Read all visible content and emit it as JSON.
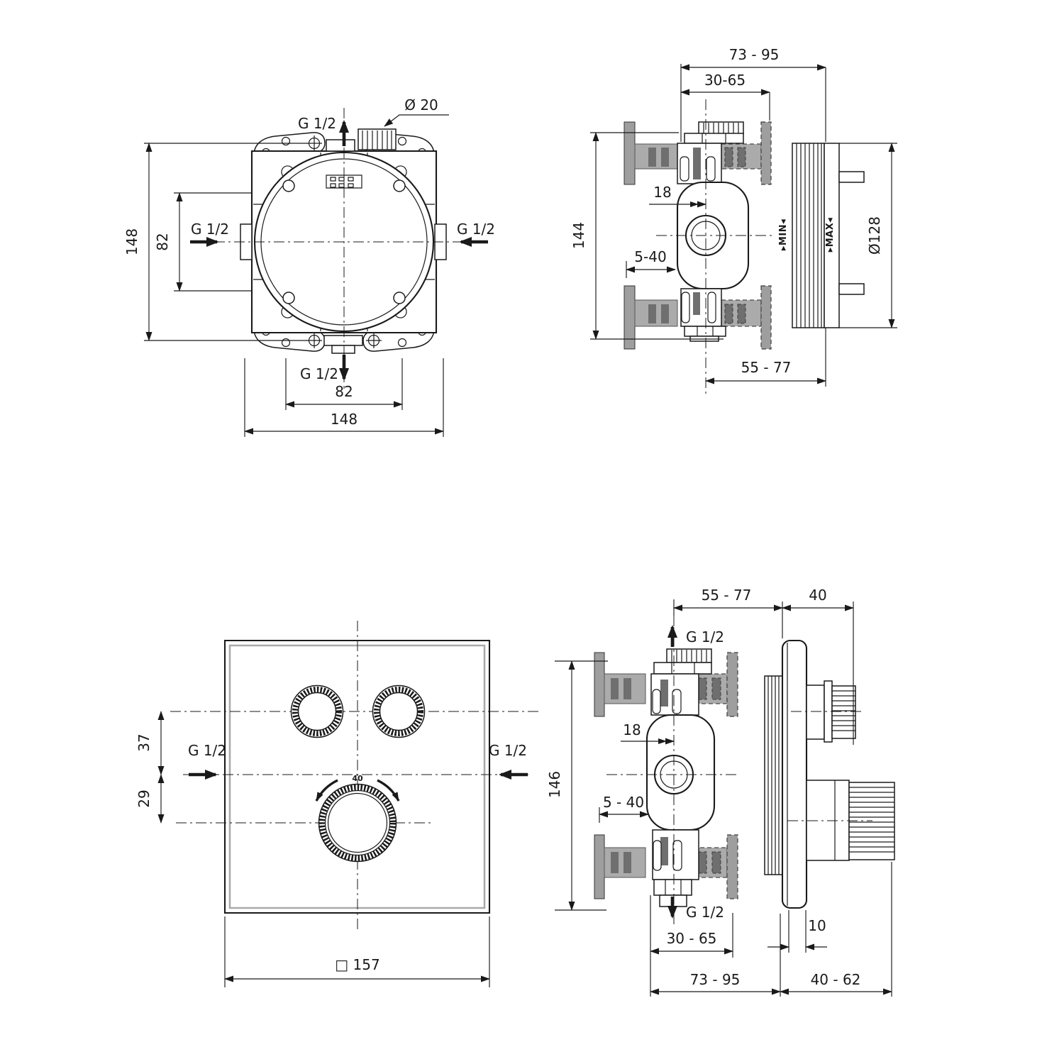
{
  "colors": {
    "line": "#1a1a1a",
    "wall_light": "#ababab",
    "wall_dark": "#6f6f6f",
    "bracket_gray": "#9e9e9e",
    "bevel_gray": "#aaaaaa",
    "background": "#ffffff"
  },
  "views": {
    "rough_in_front": {
      "labels": {
        "g12_top": "G 1/2",
        "dia20": "Ø 20",
        "g12_left": "G 1/2",
        "g12_right": "G 1/2",
        "g12_bottom": "G 1/2",
        "height_outer": "148",
        "height_inner": "82",
        "width_inner": "82",
        "width_outer": "148"
      }
    },
    "rough_in_side": {
      "labels": {
        "depth_total": "73 - 95",
        "depth_wall": "30-65",
        "offset_18": "18",
        "height_144": "144",
        "range_5_40": "5-40",
        "depth_55_77": "55 - 77",
        "dia_128": "Ø128",
        "min": "▸MIN◂",
        "max": "▸MAX◂"
      }
    },
    "trim_front": {
      "labels": {
        "offset_37": "37",
        "offset_29": "29",
        "g12_left": "G 1/2",
        "g12_right": "G 1/2",
        "knob_angle": "40",
        "width_square": "□ 157"
      }
    },
    "trim_side": {
      "labels": {
        "depth_55_77": "55 - 77",
        "depth_40": "40",
        "g12_top": "G 1/2",
        "offset_18": "18",
        "height_146": "146",
        "range_5_40": "5 - 40",
        "g12_bottom": "G 1/2",
        "depth_30_65": "30 - 65",
        "offset_10": "10",
        "depth_73_95": "73 - 95",
        "depth_40_62": "40 - 62"
      }
    }
  }
}
